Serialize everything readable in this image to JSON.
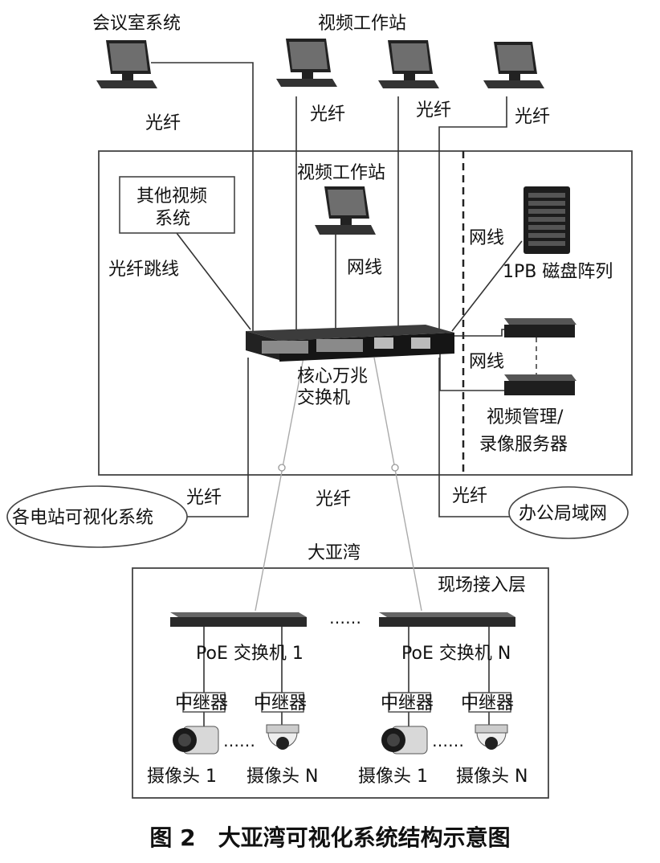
{
  "labels": {
    "meeting_room_system": "会议室系统",
    "video_workstation_top": "视频工作站",
    "fiber_1": "光纤",
    "fiber_2": "光纤",
    "fiber_3": "光纤",
    "fiber_4": "光纤",
    "other_video_system_line1": "其他视频",
    "other_video_system_line2": "系统",
    "fiber_patch_cord": "光纤跳线",
    "video_workstation_inner": "视频工作站",
    "network_cable_1": "网线",
    "network_cable_2": "网线",
    "network_cable_3": "网线",
    "disk_array": "1PB 磁盘阵列",
    "core_switch_line1": "核心万兆",
    "core_switch_line2": "交换机",
    "video_server_line1": "视频管理/",
    "video_server_line2": "录像服务器",
    "fiber_5": "光纤",
    "fiber_6": "光纤",
    "fiber_7": "光纤",
    "power_station_system": "各电站可视化系统",
    "office_lan": "办公局域网",
    "dayawan": "大亚湾",
    "field_access_layer": "现场接入层",
    "ellipsis_switches": "……",
    "poe_switch_1": "PoE 交换机 1",
    "poe_switch_n": "PoE 交换机 N",
    "repeater_1": "中继器",
    "repeater_2": "中继器",
    "repeater_3": "中继器",
    "repeater_4": "中继器",
    "ellipsis_cam_1": "……",
    "ellipsis_cam_2": "……",
    "camera_1_a": "摄像头 1",
    "camera_n_a": "摄像头 N",
    "camera_1_b": "摄像头 1",
    "camera_n_b": "摄像头 N"
  },
  "caption": "图 2　大亚湾可视化系统结构示意图"
}
